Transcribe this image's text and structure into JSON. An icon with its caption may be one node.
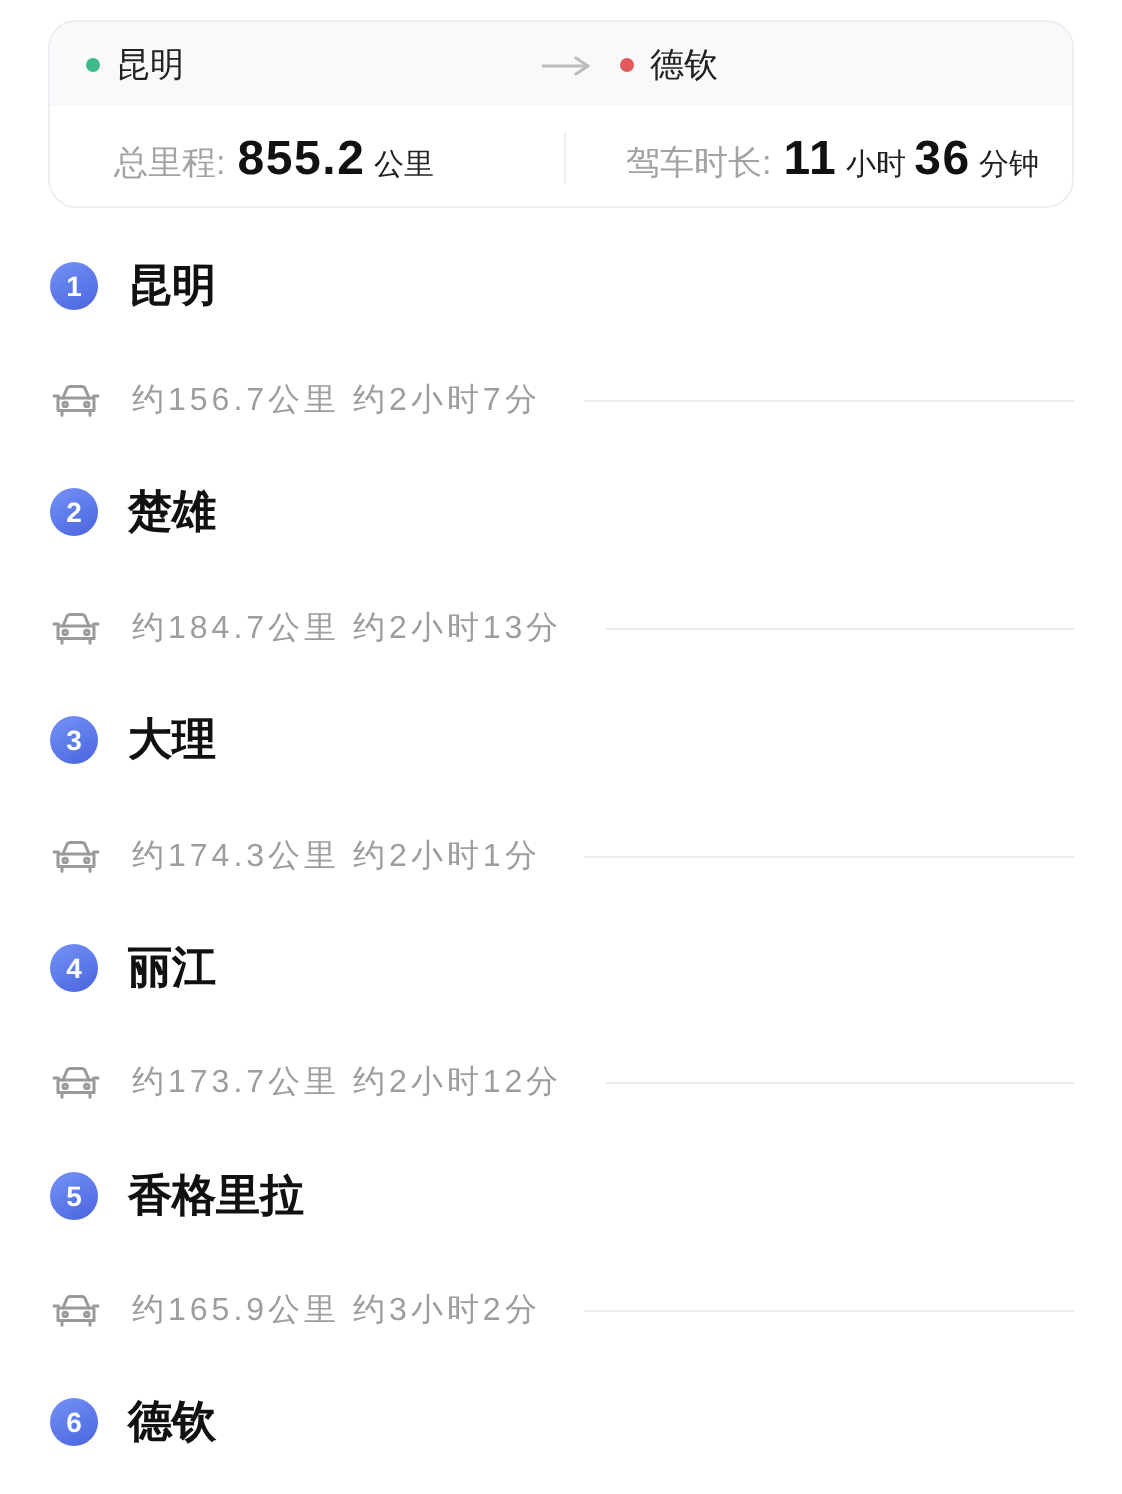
{
  "diagram": {
    "nodes": [
      {
        "text": [
          "总里程:",
          "**855.2** 公里",
          "驾车时长:",
          "**11** 小时 **36** 分钟"
        ]
      },
      {
        "text": [
          "昆明"
        ],
        "in": 0
      },
      {
        "text": [
          "德钦"
        ],
        "in": 0
      },
      {
        "text": [
          "1"
        ],
        "beside": [
          "昆明"
        ]
      },
      {
        "text": [
          "2"
        ],
        "beside": [
          "楚雄"
        ]
      },
      {
        "text": [
          "3"
        ],
        "beside": [
          "大理"
        ]
      },
      {
        "text": [
          "4"
        ],
        "beside": [
          "丽江"
        ]
      },
      {
        "text": [
          "5"
        ],
        "beside": [
          "香格里拉"
        ]
      },
      {
        "text": [
          "6"
        ],
        "beside": [
          "德钦"
        ]
      }
    ],
    "edges": [
      {
        "from": 1,
        "to": 2,
        "arrow": "to"
      }
    ],
    "labels": [
      "约156.7公里 约2小时7分",
      "约184.7公里 约2小时13分",
      "约174.3公里 约2小时1分",
      "约173.7公里 约2小时12分",
      "约165.9公里 约3小时2分"
    ]
  }
}
